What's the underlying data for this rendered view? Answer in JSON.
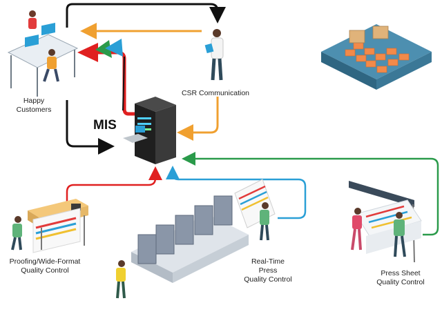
{
  "diagram": {
    "center_label": "MIS",
    "nodes": {
      "happy_customers": [
        "Happy",
        "Customers"
      ],
      "csr": [
        "CSR Communication"
      ],
      "proofing": [
        "Proofing/Wide-Format",
        "Quality Control"
      ],
      "realtime": [
        "Real-Time",
        "Press",
        "Quality Control"
      ],
      "press_sheet": [
        "Press Sheet",
        "Quality Control"
      ]
    },
    "colors": {
      "black_flow": "#111111",
      "orange_flow": "#f0a030",
      "red_flow": "#e02020",
      "green_flow": "#2a9a4a",
      "blue_flow": "#2a9fd6",
      "server": "#2b2b2b",
      "warehouse_base": "#3f7fa0",
      "press_body": "#8a96a8"
    },
    "icons": [
      "office-workers-icon",
      "csr-person-icon",
      "server-rack-icon",
      "warehouse-icon",
      "wide-format-printer-icon",
      "offset-press-icon",
      "press-sheet-table-icon"
    ]
  }
}
